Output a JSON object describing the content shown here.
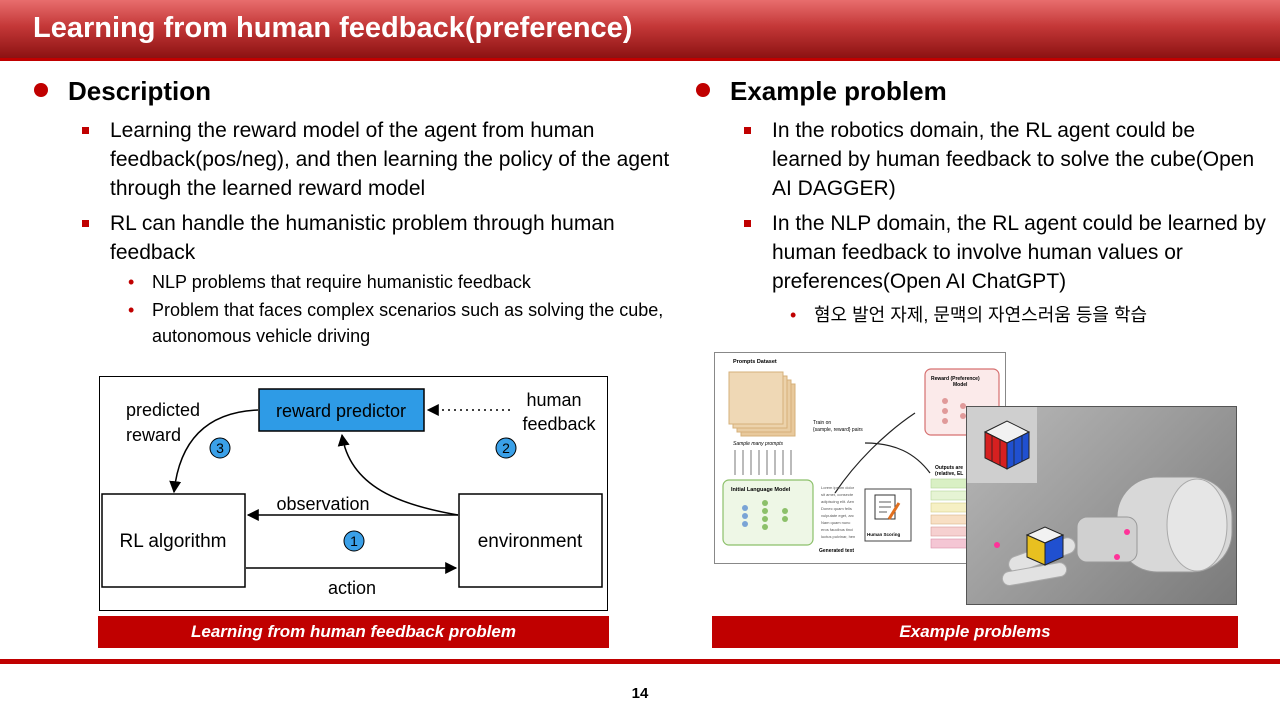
{
  "slide": {
    "title": "Learning from human feedback(preference)",
    "page_number": "14"
  },
  "left": {
    "heading": "Description",
    "bullets": [
      {
        "text": " Learning the reward model of the agent from human feedback(pos/neg), and then learning the policy of the agent through the learned reward model"
      },
      {
        "text": " RL can handle the humanistic problem through human feedback"
      }
    ],
    "subbullets": [
      {
        "text": "NLP problems  that  require  humanistic  feedback"
      },
      {
        "text": "Problem  that  faces  complex  scenarios  such  as solving the cube,  autonomous  vehicle  driving"
      }
    ],
    "caption": "Learning from human feedback problem"
  },
  "diagram": {
    "reward_predictor": "reward predictor",
    "human_feedback_1": "human",
    "human_feedback_2": "feedback",
    "predicted_1": "predicted",
    "predicted_2": "reward",
    "rl_algorithm": "RL algorithm",
    "environment": "environment",
    "observation": "observation",
    "action": "action",
    "step1": "1",
    "step2": "2",
    "step3": "3",
    "colors": {
      "box_blue": "#2e9be6",
      "circle_blue": "#3aa0e8"
    }
  },
  "right": {
    "heading": "Example problem",
    "bullets": [
      {
        "text": " In the robotics domain, the RL agent could be learned by human feedback to solve the cube(Open AI  DAGGER)"
      },
      {
        "text": " In the NLP domain, the RL agent could be learned by human feedback to involve human values or preferences(Open AI ChatGPT)"
      }
    ],
    "subbullets": [
      {
        "text": "혐오 발언 자제, 문맥의 자연스러움 등을 학습"
      }
    ],
    "caption": "Example problems"
  },
  "llm_figure": {
    "prompts_dataset": "Prompts Dataset",
    "sample_prompts": "Sample many prompts",
    "initial_lm": "Initial Language Model",
    "train_on_1": "Train on",
    "train_on_2": "{sample, reward} pairs",
    "reward_model_1": "Reward (Preference)",
    "reward_model_2": "Model",
    "outputs_1": "Outputs are",
    "outputs_2": "(relative, EL",
    "human_scoring": "Human Scoring",
    "generated_text": "Generated text",
    "lorem": [
      "Lorem ipsum dolor",
      "sit amet, consecte",
      "adipiscing elit. Aen",
      "Donec quam felis",
      "vulputate eget, arc",
      "Nam quam nunc",
      "eros faucibus tinci",
      "luctus pulvinar, hen"
    ]
  },
  "colors": {
    "accent": "#c00000",
    "title_text": "#ffffff"
  }
}
